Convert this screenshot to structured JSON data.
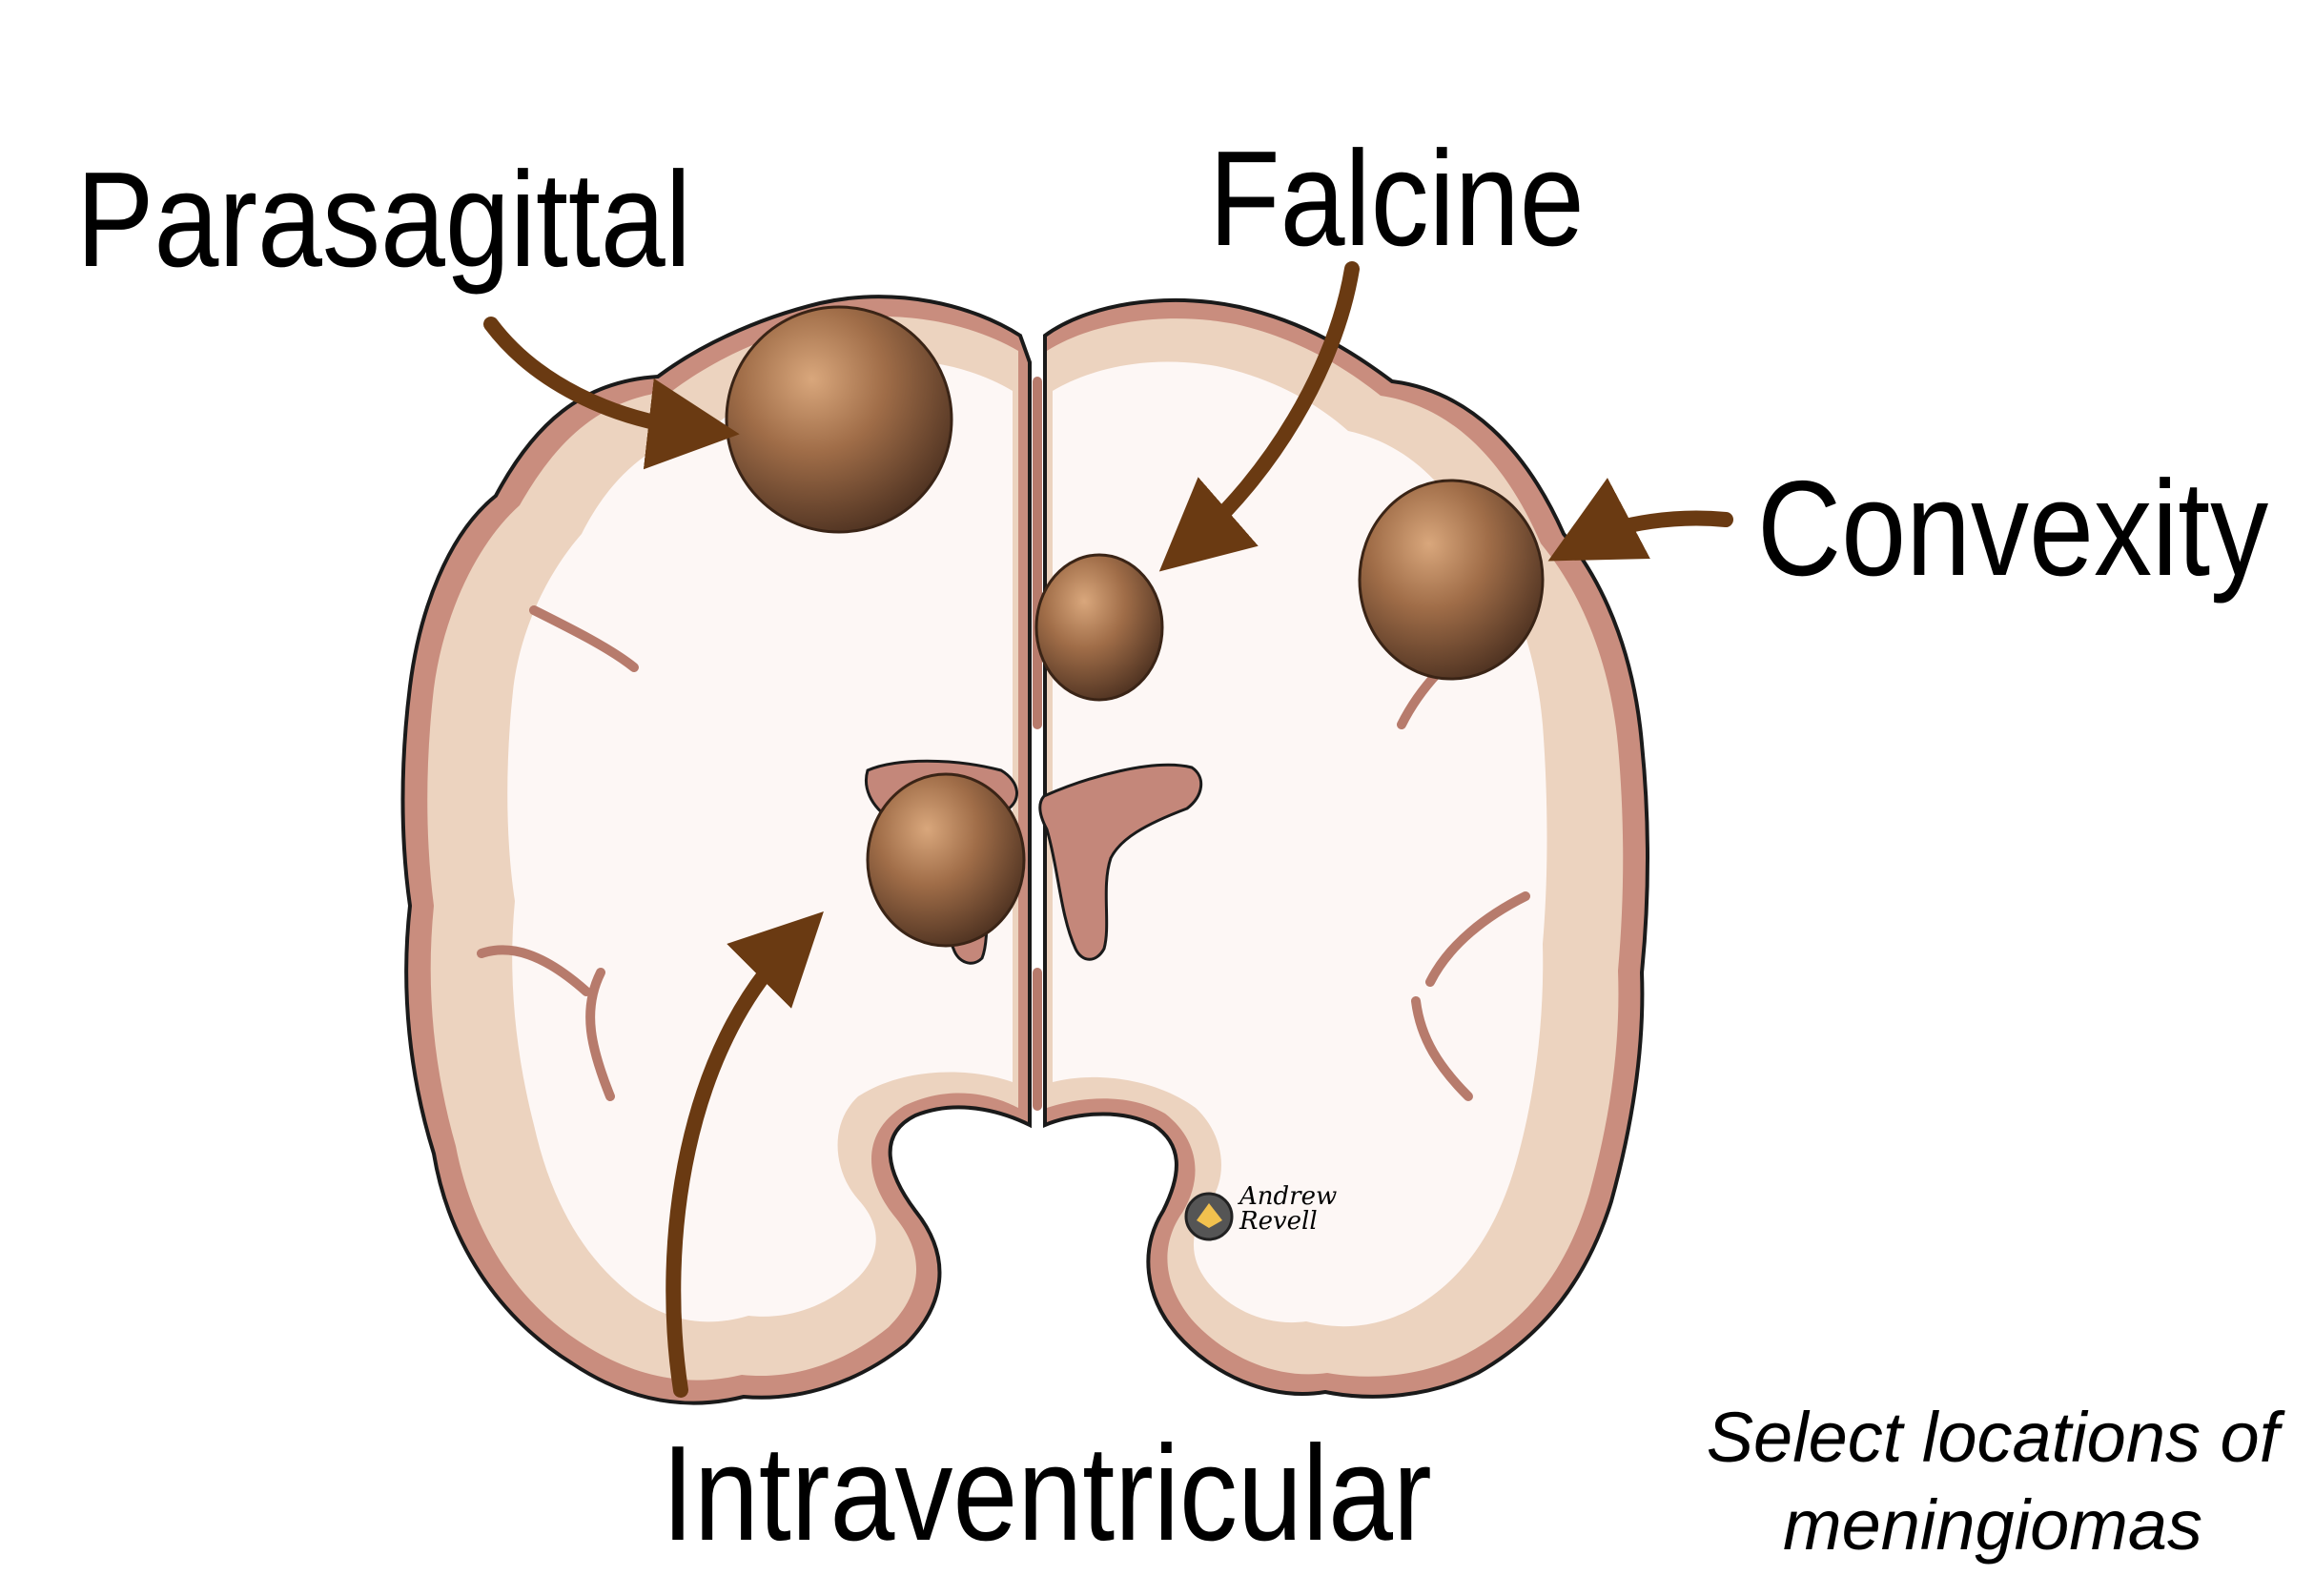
{
  "labels": {
    "parasagittal": "Parasagittal",
    "falcine": "Falcine",
    "convexity": "Convexity",
    "intraventricular": "Intraventricular"
  },
  "caption": {
    "line1": "Select locations of",
    "line2": "meningiomas"
  },
  "signature": {
    "line1": "Andrew",
    "line2": "Revell"
  },
  "colors": {
    "cortex": "#ecd3bf",
    "white_matter": "#fdf7f5",
    "meninges": "#c98d7e",
    "ventricle": "#c4877a",
    "tumor": "#8a5e3f",
    "arrow": "#6a3a12"
  }
}
